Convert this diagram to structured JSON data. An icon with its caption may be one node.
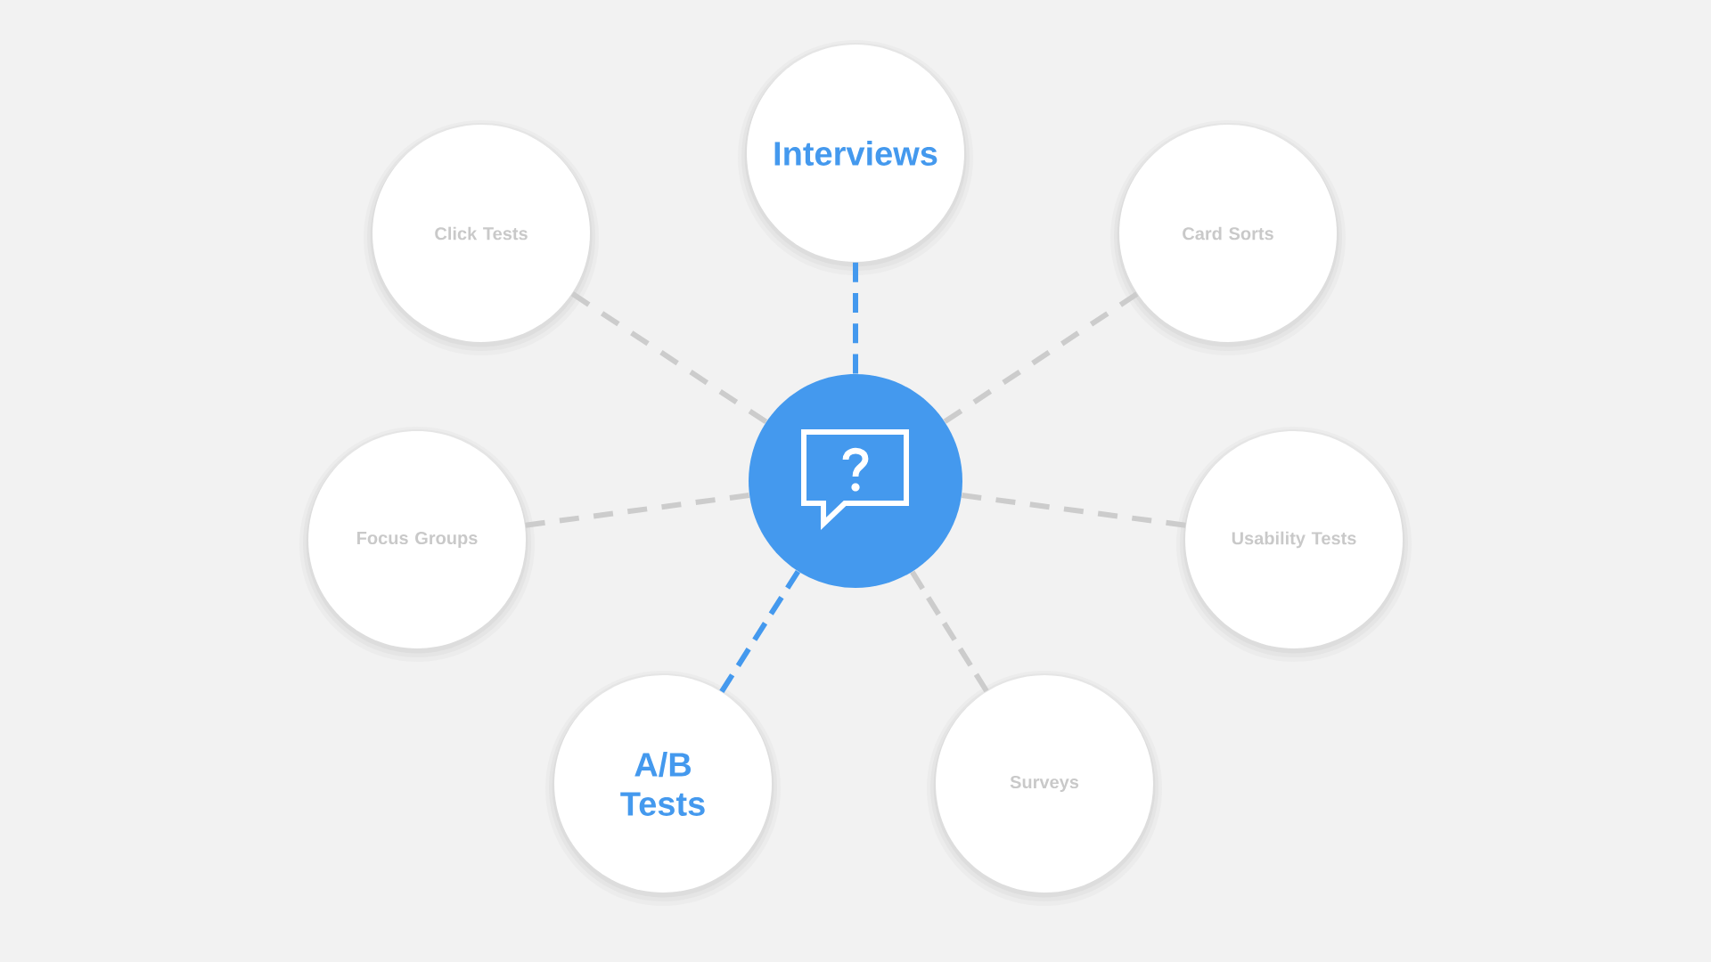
{
  "diagram": {
    "nodes": [
      {
        "text": [
          "Interviews"
        ]
      },
      {
        "text": [
          "Click Tests"
        ]
      },
      {
        "text": [
          "Card Sorts"
        ]
      },
      {
        "text": [],
        "shape": "circle"
      },
      {
        "text": [
          "Focus Groups"
        ]
      },
      {
        "text": [
          "Usability Tests"
        ]
      },
      {
        "text": [
          "A/B Tests"
        ]
      },
      {
        "text": [
          "Surveys"
        ]
      }
    ],
    "edges": [
      {
        "from": 3,
        "to": 0,
        "arrow": "none",
        "style": "dashed",
        "color": "#4499ee"
      },
      {
        "from": 3,
        "to": 1,
        "arrow": "none",
        "style": "dashed"
      },
      {
        "from": 3,
        "to": 2,
        "arrow": "none",
        "style": "dashed"
      },
      {
        "from": 3,
        "to": 4,
        "arrow": "none",
        "style": "dashed"
      },
      {
        "from": 3,
        "to": 5,
        "arrow": "none",
        "style": "dashed"
      },
      {
        "from": 3,
        "to": 6,
        "arrow": "none",
        "style": "dashed",
        "color": "#4499ee"
      },
      {
        "from": 3,
        "to": 7,
        "arrow": "none",
        "style": "dashed"
      }
    ]
  }
}
